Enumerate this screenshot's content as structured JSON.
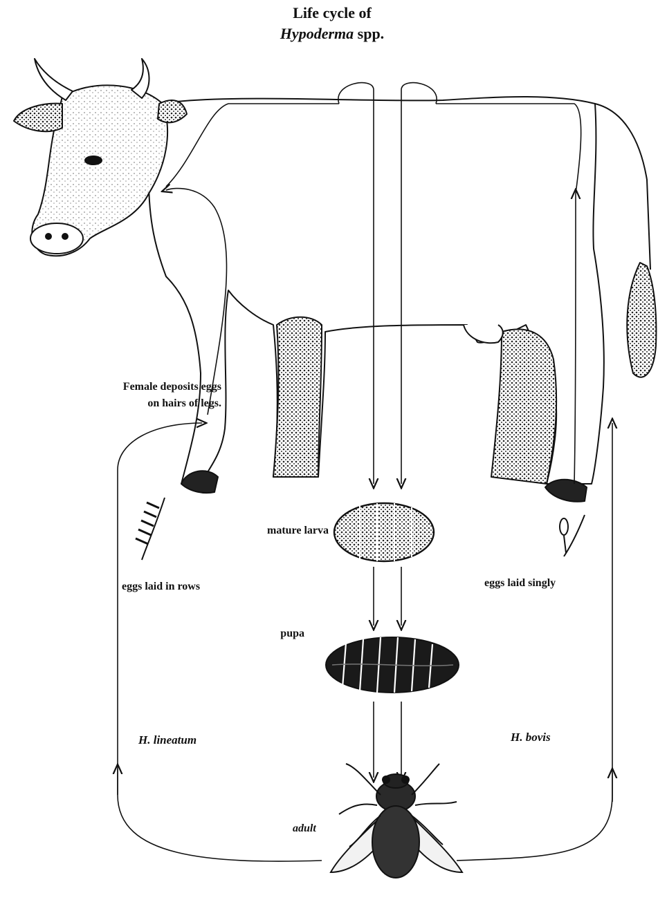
{
  "title": {
    "line1": "Life cycle of",
    "genus": "Hypoderma",
    "suffix": " spp."
  },
  "labels": {
    "female_line1": "Female deposits eggs",
    "female_line2": "on hairs of legs.",
    "mature_larva": "mature larva",
    "pupa": "pupa",
    "eggs_rows": "eggs laid in rows",
    "eggs_singly": "eggs laid singly",
    "h_lineatum": "H. lineatum",
    "h_bovis": "H. bovis",
    "adult": "adult"
  }
}
